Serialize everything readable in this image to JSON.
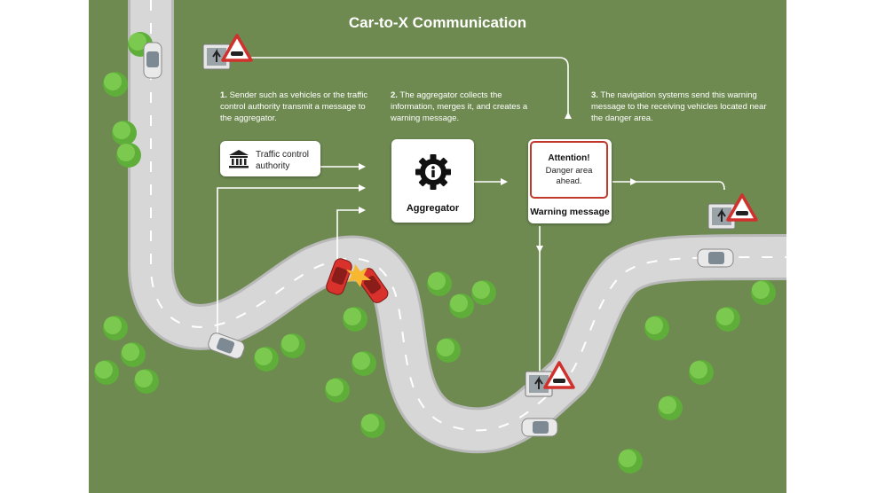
{
  "title": "Car-to-X Communication",
  "steps": [
    {
      "num": "1.",
      "text": "Sender such as vehicles or the traffic control authority transmit a message to the aggregator."
    },
    {
      "num": "2.",
      "text": "The aggregator collects the information, merges it, and creates a warning message."
    },
    {
      "num": "3.",
      "text": "The navigation systems send this warning message to the receiving vehicles located near the danger area."
    }
  ],
  "traffic_control": {
    "label": "Traffic control authority",
    "icon": "government-building-icon"
  },
  "aggregator": {
    "label": "Aggregator",
    "icon": "gear-info-icon"
  },
  "warning": {
    "title": "Attention!",
    "body": "Danger area ahead.",
    "label": "Warning message"
  },
  "colors": {
    "grass": "#6e8a51",
    "road": "#d4d4d4",
    "warning_red": "#c0392b",
    "tree": "#6fbf45"
  }
}
